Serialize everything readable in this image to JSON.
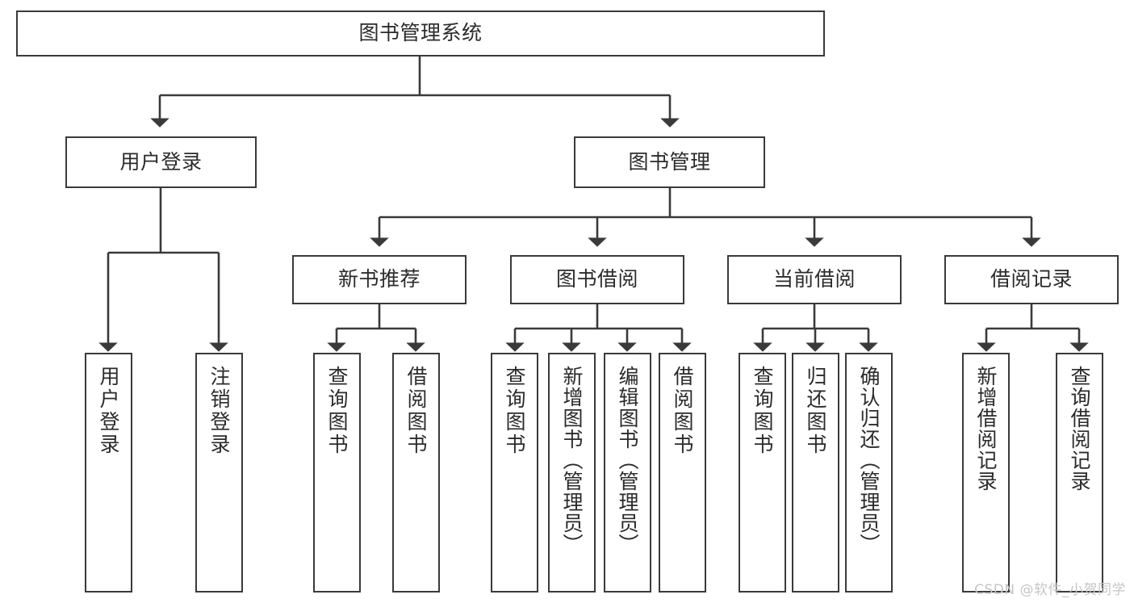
{
  "diagram": {
    "title": "图书管理系统",
    "type": "tree-hierarchy",
    "colors": {
      "box_border": "#3a3a3a",
      "box_fill": "#ffffff",
      "edge": "#3a3a3a",
      "text": "#2b2b2b",
      "background": "#ffffff",
      "watermark": "#c6c6c6"
    },
    "watermark": "CSDN @软件_小贺同学",
    "nodes": {
      "root": {
        "label": "图书管理系统"
      },
      "level2": [
        {
          "id": "user-login",
          "label": "用户登录"
        },
        {
          "id": "book-manage",
          "label": "图书管理"
        }
      ],
      "level3": [
        {
          "id": "new-book-recommend",
          "label": "新书推荐"
        },
        {
          "id": "book-borrow",
          "label": "图书借阅"
        },
        {
          "id": "current-borrow",
          "label": "当前借阅"
        },
        {
          "id": "borrow-record",
          "label": "借阅记录"
        }
      ],
      "leaves": {
        "user_login": [
          {
            "id": "leaf-user-login",
            "label": "用户登录"
          },
          {
            "id": "leaf-logout-login",
            "label": "注销登录"
          }
        ],
        "new_book_recommend": [
          {
            "id": "leaf-query-book-1",
            "label": "查询图书"
          },
          {
            "id": "leaf-borrow-book-1",
            "label": "借阅图书"
          }
        ],
        "book_borrow": [
          {
            "id": "leaf-query-book-2",
            "label": "查询图书"
          },
          {
            "id": "leaf-add-book",
            "label": "新增图书（管理员）"
          },
          {
            "id": "leaf-edit-book",
            "label": "编辑图书（管理员）"
          },
          {
            "id": "leaf-borrow-book-2",
            "label": "借阅图书"
          }
        ],
        "current_borrow": [
          {
            "id": "leaf-query-book-3",
            "label": "查询图书"
          },
          {
            "id": "leaf-return-book",
            "label": "归还图书"
          },
          {
            "id": "leaf-confirm-return",
            "label": "确认归还（管理员）"
          }
        ],
        "borrow_record": [
          {
            "id": "leaf-add-record",
            "label": "新增借阅记录"
          },
          {
            "id": "leaf-query-record",
            "label": "查询借阅记录"
          }
        ]
      }
    }
  }
}
